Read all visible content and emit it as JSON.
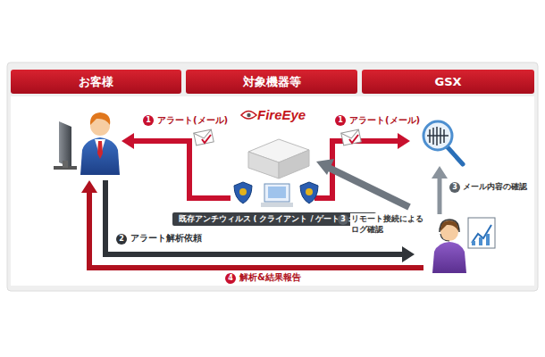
{
  "diagram": {
    "nodes": [
      {
        "text": [
          "お客様"
        ]
      },
      {
        "text": [
          "対象機器等"
        ]
      },
      {
        "text": [
          "GSX"
        ]
      },
      {
        "text": [
          "既存アンチウィルス ( クライアント / ゲートウェイ )"
        ]
      }
    ],
    "labels": [
      "1",
      "アラート(メール)",
      "FireEye",
      "1",
      "アラート(メール)",
      "3",
      "メール内容の確認",
      "3",
      "リモート接続による ログ確認",
      "2",
      "アラート解析依頼",
      "4",
      "解析&結果報告"
    ]
  }
}
